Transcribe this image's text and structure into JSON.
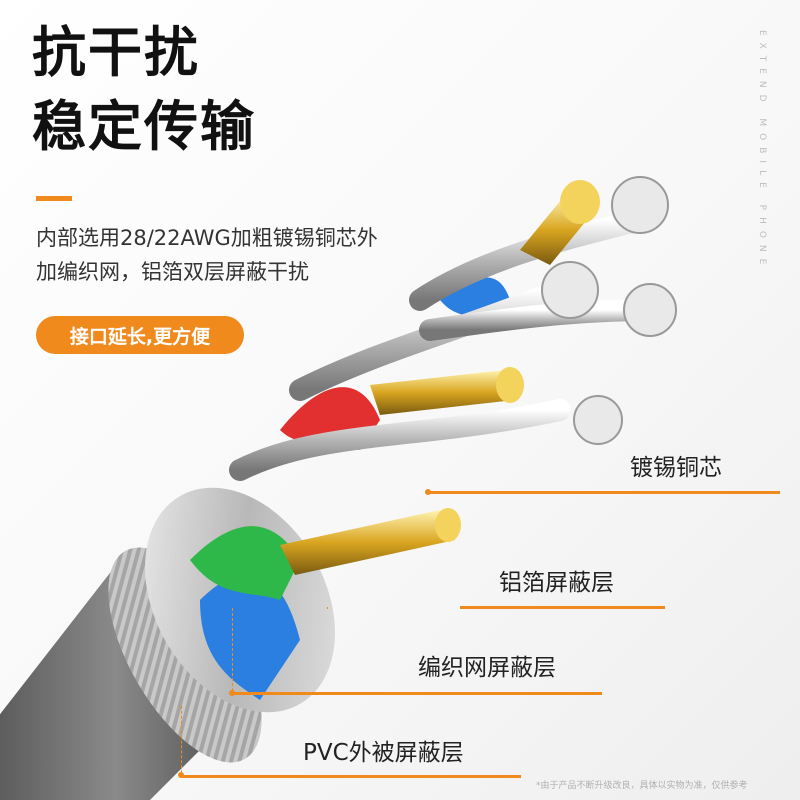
{
  "headline": {
    "line1": "抗干扰",
    "line2": "稳定传输"
  },
  "description": {
    "line1": "内部选用28/22AWG加粗镀锡铜芯外",
    "line2": "加编织网，铝箔双层屏蔽干扰"
  },
  "badge": {
    "label": "接口延长,更方便"
  },
  "side_text": "EXTEND MOBILE PHONE",
  "callouts": [
    {
      "label": "镀锡铜芯"
    },
    {
      "label": "铝箔屏蔽层"
    },
    {
      "label": "编织网屏蔽层"
    },
    {
      "label": "PVC外被屏蔽层"
    }
  ],
  "footnote": "*由于产品不断升级改良，具体以实物为准，仅供参考",
  "colors": {
    "accent": "#f08a1c",
    "title": "#111111",
    "text": "#333333"
  }
}
